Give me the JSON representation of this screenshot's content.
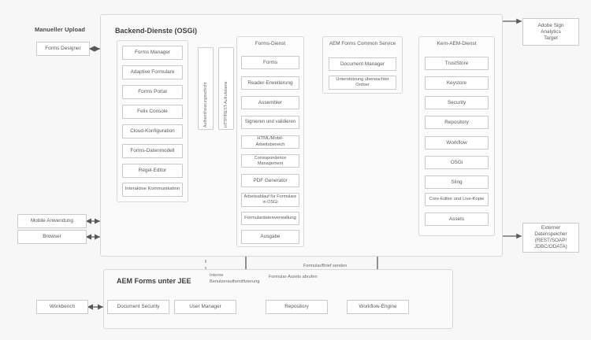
{
  "colors": {
    "canvas": "#f7f7f7",
    "box_fill": "#ffffff",
    "box_border": "#c9c9c9",
    "group_border": "#d8d8d8",
    "line": "#595959",
    "text": "#5b5b5b"
  },
  "left_column": {
    "title": "Manueller Upload",
    "forms_designer": "Forms Designer",
    "mobile_app": "Mobile Anwendung",
    "browser": "Browser",
    "workbench": "Workbench"
  },
  "backend": {
    "title": "Backend-Dienste (OSGi)",
    "modules": [
      "Forms Manager",
      "Adaptive Formulare",
      "Forms Portal",
      "Felix Console",
      "Cloud-Konfiguration",
      "Forms-Datenmodell",
      "Regel-Editor",
      "Interaktive Kommunikation"
    ],
    "vertical_layers": [
      "Authentifizierungsschicht",
      "HTTP/REST-Aufrufebene"
    ],
    "forms_dienst": {
      "title": "Forms-Dienst",
      "items": [
        "Forms",
        "Reader-Erweiterung",
        "Assembler",
        "Signieren und validieren",
        "HTML/Mobil-Arbeitsbereich",
        "Correspondence Management",
        "PDF Generator",
        "Arbeitsablauf für Formulare in OSGi",
        "Formulardatenverwaltung",
        "Ausgabe"
      ]
    },
    "common_service": {
      "title": "AEM Forms Common Service",
      "items": [
        "Document Manager",
        "Unterstützung überwachter Ordner"
      ]
    },
    "core_aem": {
      "title": "Kern-AEM-Dienst",
      "items": [
        "TrustStore",
        "Keystore",
        "Security",
        "Repository",
        "Workflow",
        "OSGi",
        "Sling",
        "Core-Editor und Live-Kopie",
        "Assets"
      ]
    }
  },
  "jee": {
    "title": "AEM Forms unter JEE",
    "items": [
      "Document Security",
      "User Manager",
      "Repository",
      "Workflow-Engine"
    ]
  },
  "external": {
    "adobe_sign": "Adobe Sign Analytics Target",
    "adobe_sign_lines": [
      "Adobe Sign",
      "Analytics",
      "Target"
    ],
    "data_store_lines": [
      "Externer",
      "Datenspeicher",
      "(REST/SOAP/",
      "JDBC/ODATA)"
    ]
  },
  "edge_labels": {
    "internal_auth": "Interne Benutzerauthentifizierung",
    "send_form": "Formular/Brief senden",
    "fetch_assets": "Formular-Assets abrufen"
  }
}
